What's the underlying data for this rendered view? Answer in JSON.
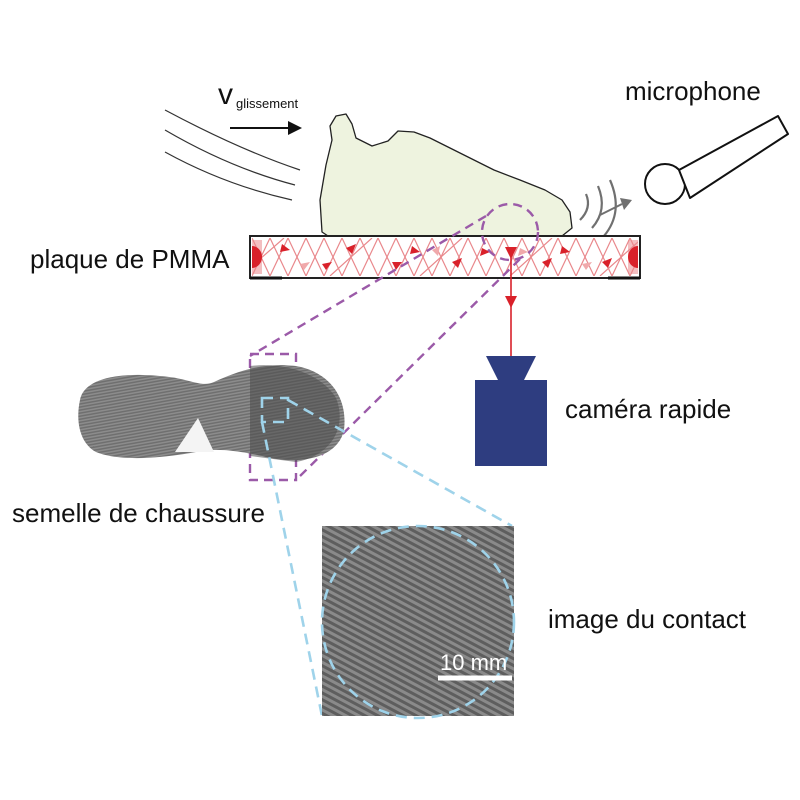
{
  "labels": {
    "velocity_main": "v",
    "velocity_sub": "glissement",
    "microphone": "microphone",
    "plate": "plaque de PMMA",
    "camera": "caméra rapide",
    "sole": "semelle de chaussure",
    "contact_image": "image du contact",
    "scale_bar": "10 mm"
  },
  "colors": {
    "shoe_fill": "#eef3df",
    "laser_red": "#d9212a",
    "laser_pink": "#e9888c",
    "zoom_purple": "#9b5aa8",
    "zoom_blue": "#9fd3ea",
    "camera_blue": "#2e3d80",
    "arrow_gray": "#707070"
  },
  "icons": [
    "microphone-icon",
    "camera-icon",
    "shoe-icon",
    "sound-wave-icon",
    "wind-lines-icon"
  ]
}
